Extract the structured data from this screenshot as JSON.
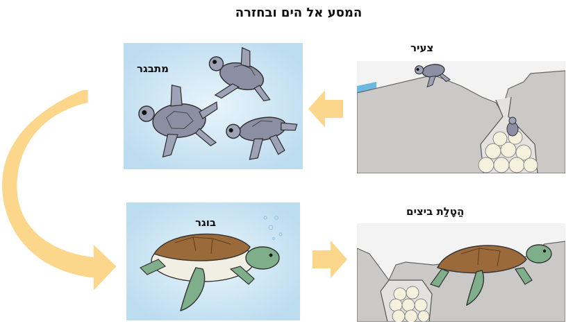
{
  "diagram": {
    "title": "המסע אל הים ובחזרה",
    "stages": {
      "young": "צעיר",
      "adolescent": "מתבגר",
      "adult": "בוגר",
      "egg_laying": "הַטָלַת ביצים"
    }
  },
  "colors": {
    "sea_panel": "#cfe6f3",
    "sand_panel": "#efefef",
    "arrow": "#fcd68a",
    "rock": "#c8c7c6",
    "shell_brown": "#9a6a3a",
    "turtle_green": "#7fae8a"
  }
}
